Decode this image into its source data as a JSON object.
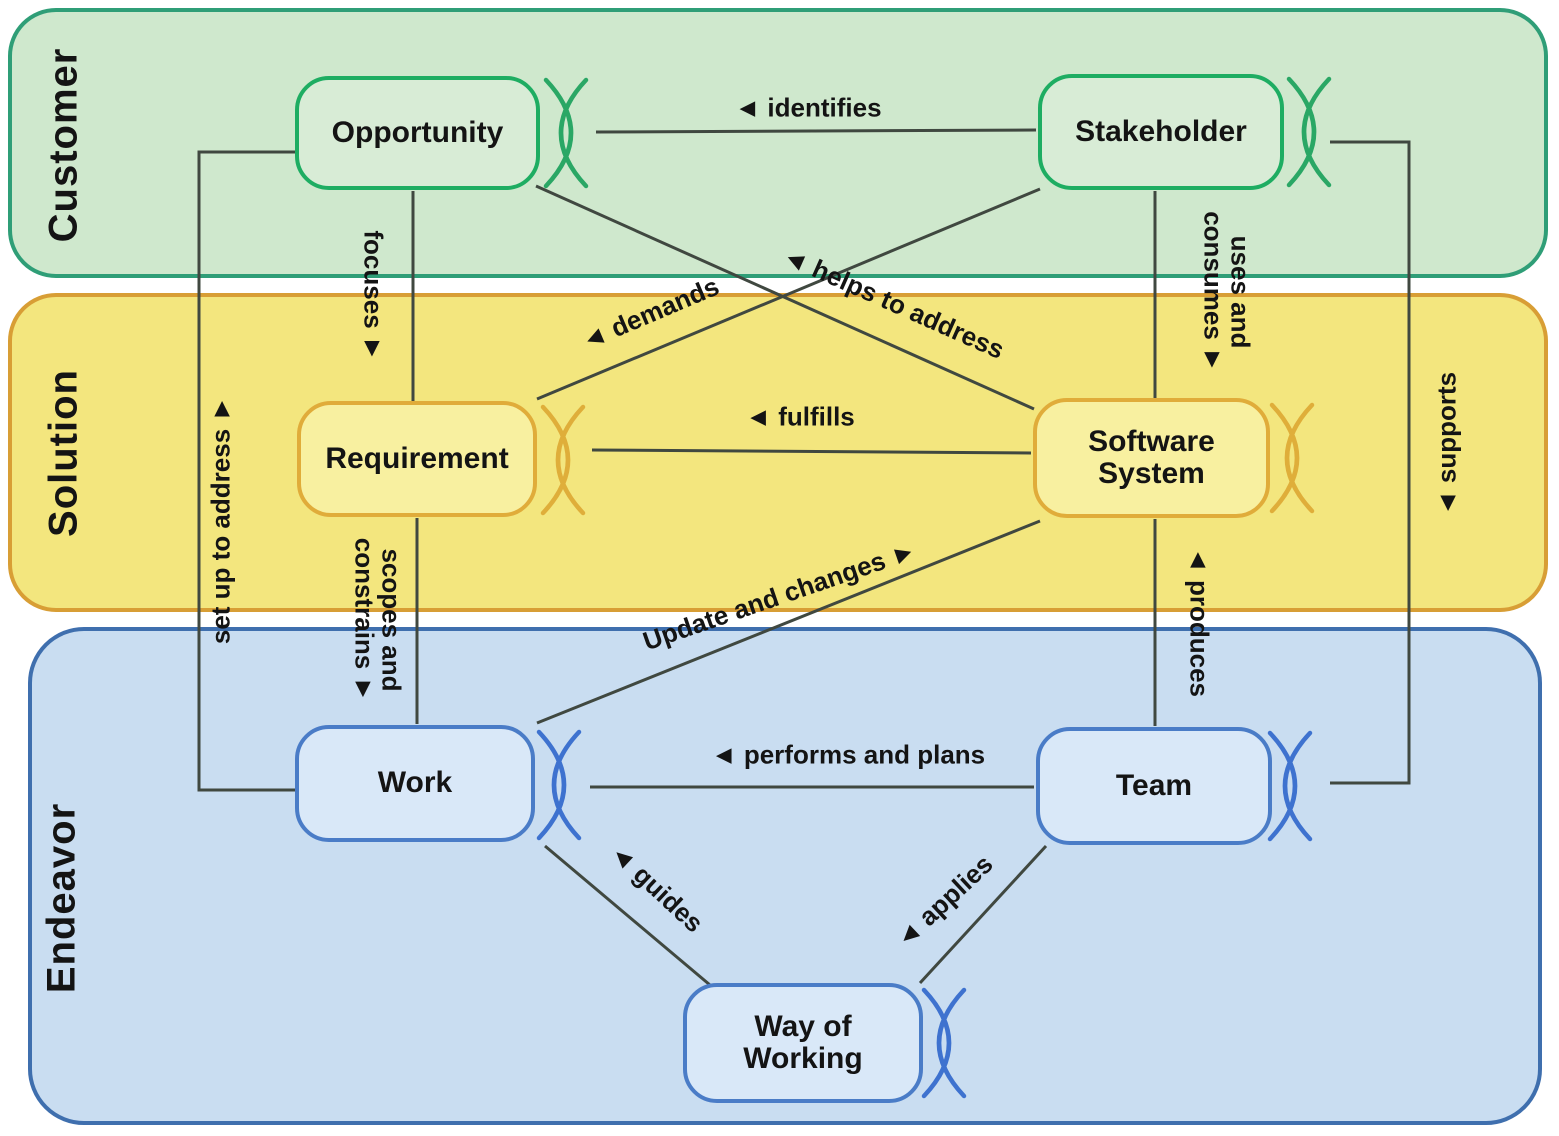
{
  "bands": [
    {
      "label": "Customer"
    },
    {
      "label": "Solution"
    },
    {
      "label": "Endeavor"
    }
  ],
  "nodes": {
    "opportunity": {
      "label": "Opportunity"
    },
    "stakeholder": {
      "label": "Stakeholder"
    },
    "requirement": {
      "label": "Requirement"
    },
    "software_system": {
      "label": "Software\nSystem"
    },
    "work": {
      "label": "Work"
    },
    "team": {
      "label": "Team"
    },
    "way_of_working": {
      "label": "Way of\nWorking"
    }
  },
  "edges": {
    "identifies": {
      "label": "◄ identifies"
    },
    "focuses": {
      "label": "focuses ►"
    },
    "set_up_to_address": {
      "label": "set up to address ►"
    },
    "demands": {
      "label": "◄ demands"
    },
    "helps_to_address": {
      "label": "◄ helps to address"
    },
    "uses_and_consumes": {
      "label": "uses and\nconsumes ►"
    },
    "fulfills": {
      "label": "◄ fulfills"
    },
    "supports": {
      "label": "◄ supports"
    },
    "scopes_and_constrains": {
      "label": "scopes and\nconstrains ►"
    },
    "update_and_changes": {
      "label": "Update and changes ►"
    },
    "produces": {
      "label": "◄ produces"
    },
    "performs_and_plans": {
      "label": "◄ performs and plans"
    },
    "guides": {
      "label": "◄ guides"
    },
    "applies": {
      "label": "◄ applies"
    }
  },
  "colors": {
    "customer_band_fill": "#cfe8cd",
    "customer_band_border": "#2f9e77",
    "customer_node_fill": "#d8ecd6",
    "customer_node_border": "#1ead62",
    "solution_band_fill": "#f3e67e",
    "solution_band_border": "#d89e35",
    "solution_node_fill": "#f8f0a0",
    "solution_node_border": "#e0ac3a",
    "endeavor_band_fill": "#c9ddf1",
    "endeavor_band_border": "#3f6fae",
    "endeavor_node_fill": "#d9e8f8",
    "endeavor_node_border": "#4a7cc7",
    "alpha_green": "#2aa765",
    "alpha_gold": "#dfae3a",
    "alpha_blue": "#3e72cf",
    "line": "#404840",
    "text": "#141414"
  }
}
